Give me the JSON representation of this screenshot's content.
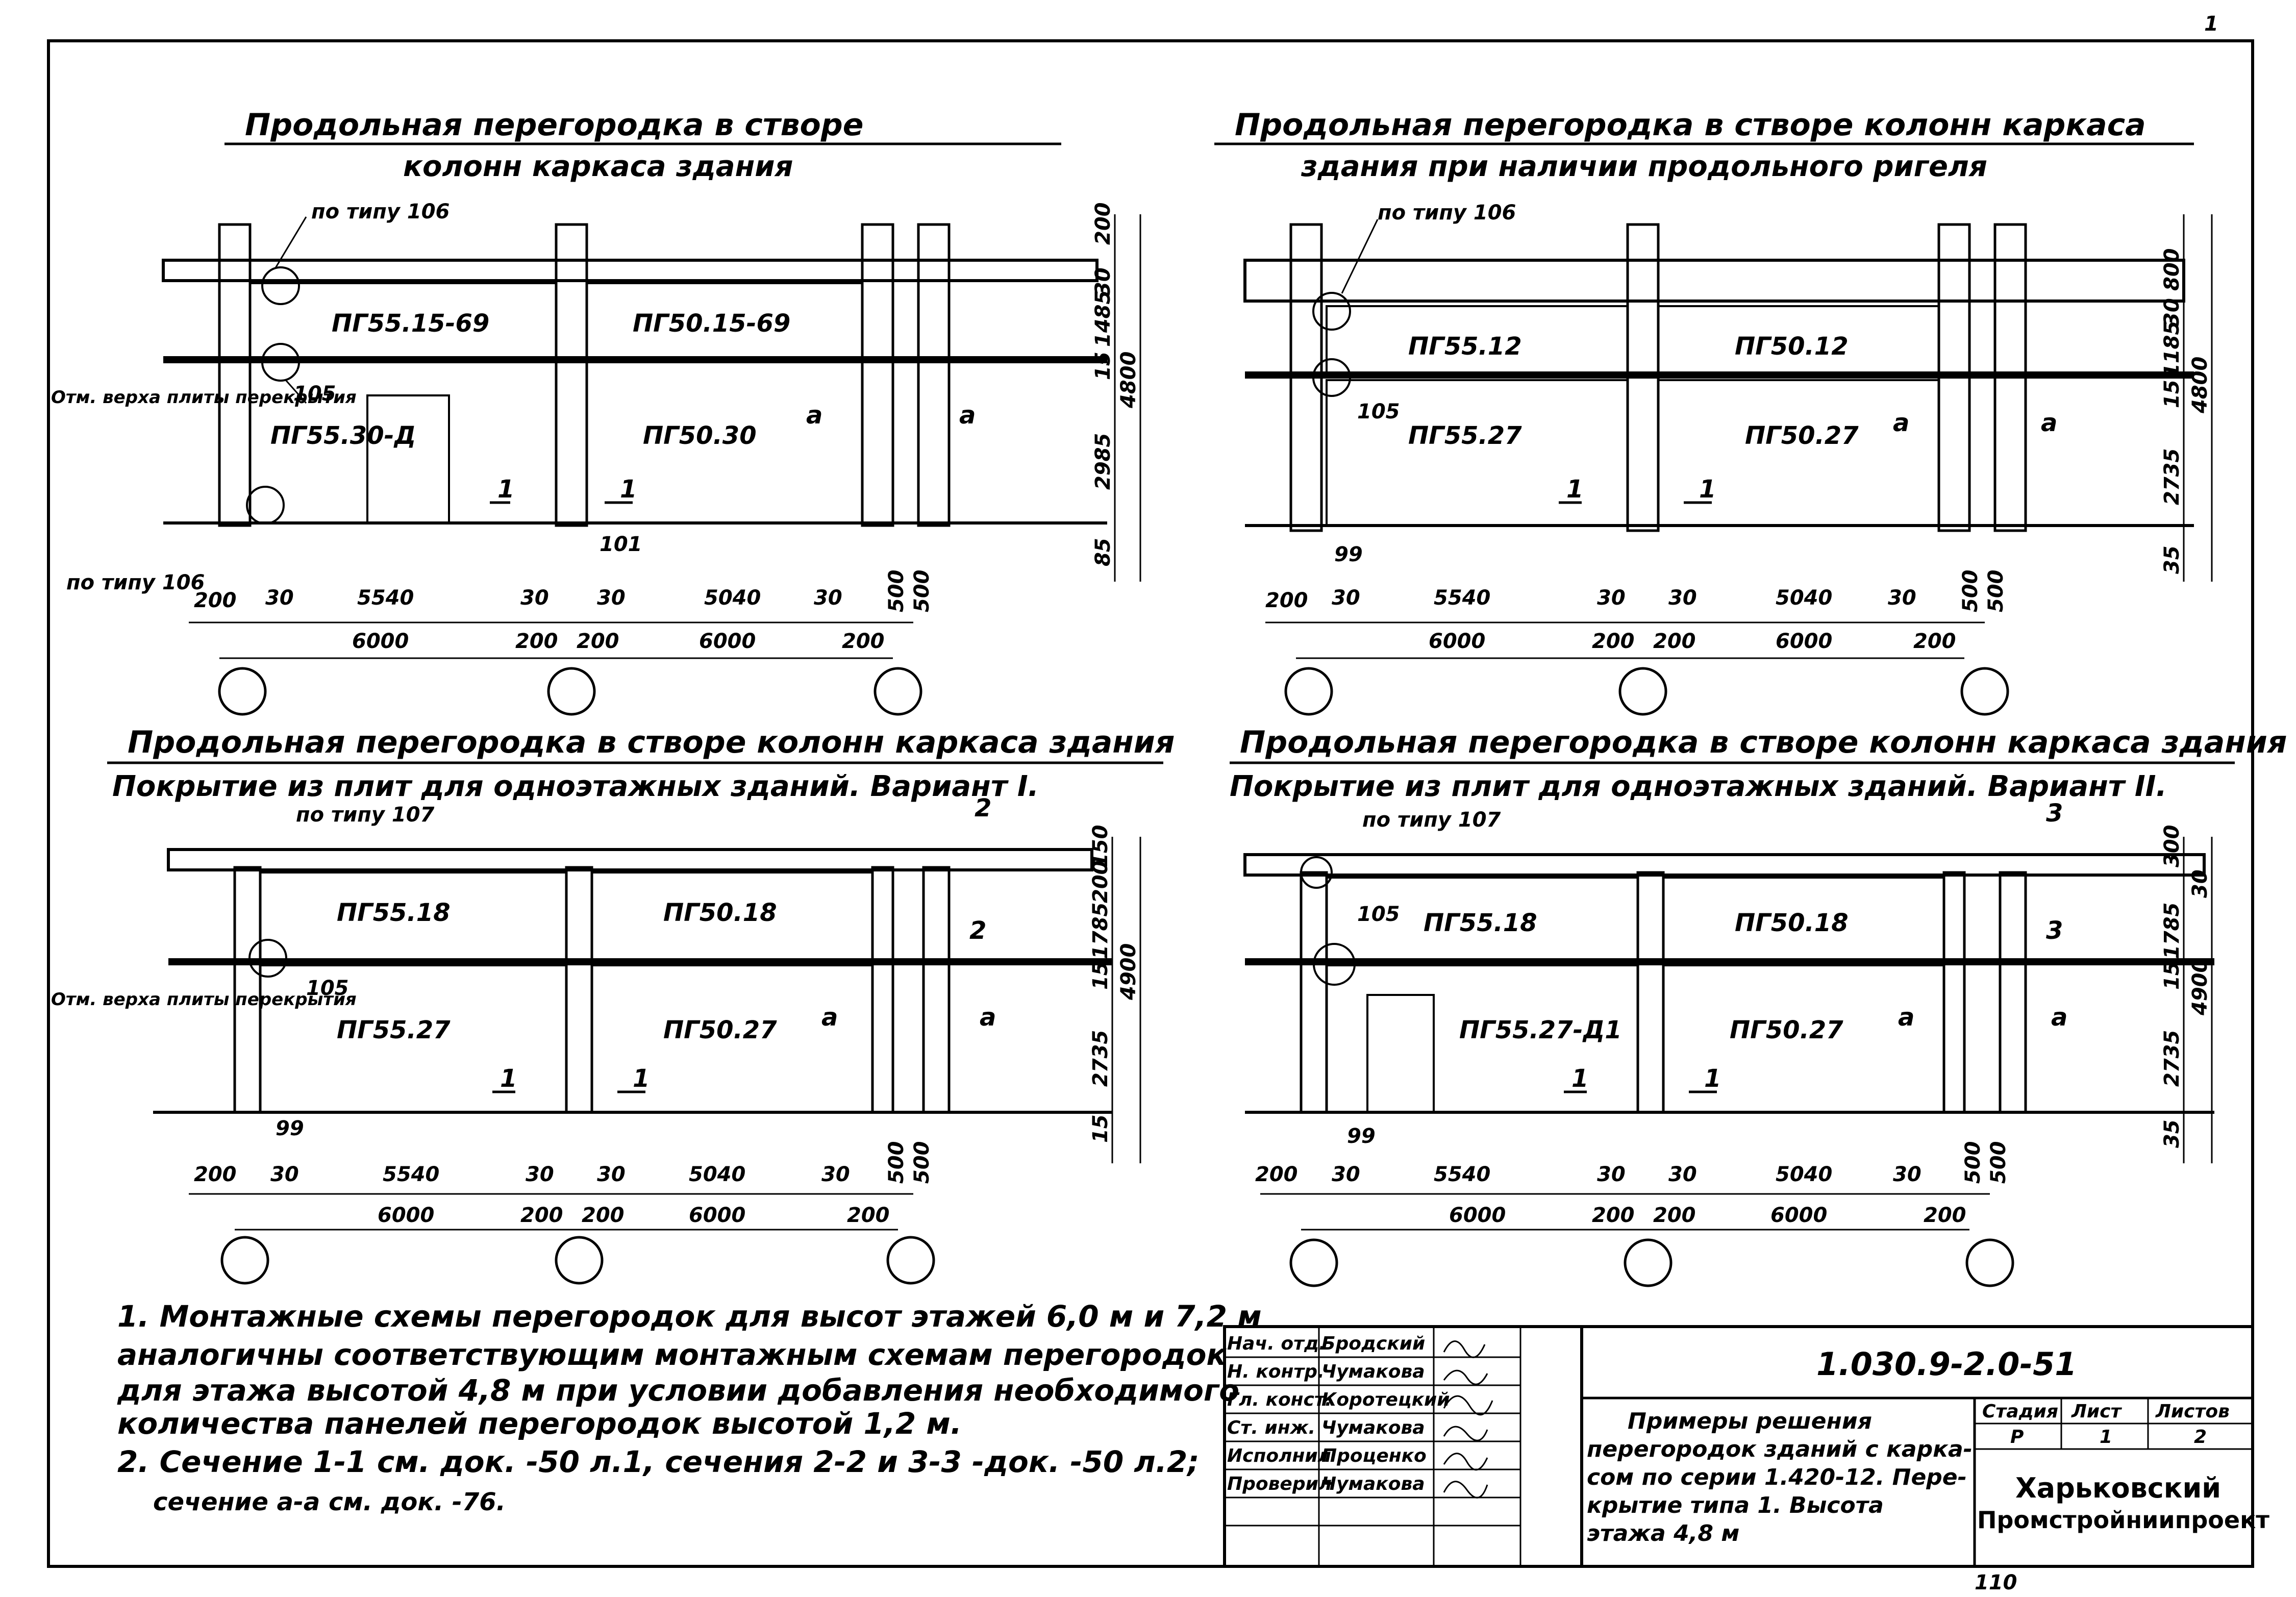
{
  "sheet": {
    "corner_mark": "1",
    "page_number": "110"
  },
  "panels": [
    {
      "title_line1": "Продольная перегородка в створе",
      "title_line2": "колонн каркаса здания",
      "callout_top": "по типу 106",
      "callout_left": "по типу 106",
      "callout_mid": "105",
      "callout_bottom": "101",
      "upper_panel_a": "ПГ55.15-69",
      "upper_panel_b": "ПГ50.15-69",
      "lower_panel_a": "ПГ55.30-Д",
      "lower_panel_b": "ПГ50.30",
      "mark_a1": "а",
      "mark_a2": "а",
      "section_left": "1",
      "section_right": "1",
      "elevation_note": "Отм. верха плиты перекрытия",
      "right_dims": [
        "200",
        "30",
        "1485",
        "15",
        "2985",
        "4800",
        "85"
      ],
      "bottom_dims": [
        "200",
        "30",
        "5540",
        "30",
        "30",
        "5040",
        "30",
        "500",
        "500"
      ],
      "spans": [
        "6000",
        "200",
        "200",
        "6000",
        "200"
      ]
    },
    {
      "title_line1": "Продольная перегородка в створе колонн каркаса",
      "title_line2": "здания при наличии продольного ригеля",
      "callout_top": "по типу 106",
      "callout_mid": "105",
      "callout_bottom": "99",
      "upper_panel_a": "ПГ55.12",
      "upper_panel_b": "ПГ50.12",
      "lower_panel_a": "ПГ55.27",
      "lower_panel_b": "ПГ50.27",
      "mark_a1": "а",
      "mark_a2": "а",
      "section_left": "1",
      "section_right": "1",
      "right_dims": [
        "800",
        "30",
        "1185",
        "15",
        "2735",
        "4800",
        "35"
      ],
      "bottom_dims": [
        "200",
        "30",
        "5540",
        "30",
        "30",
        "5040",
        "30",
        "500",
        "500"
      ],
      "spans": [
        "6000",
        "200",
        "200",
        "6000",
        "200"
      ]
    },
    {
      "title_line1": "Продольная перегородка в створе колонн каркаса здания",
      "title_line2": "Покрытие из плит для одноэтажных зданий. Вариант I.",
      "callout_top": "по типу 107",
      "callout_mid": "105",
      "callout_bottom": "99",
      "section_mark": "2",
      "upper_panel_a": "ПГ55.18",
      "upper_panel_b": "ПГ50.18",
      "lower_panel_a": "ПГ55.27",
      "lower_panel_b": "ПГ50.27",
      "mark_a1": "а",
      "mark_a2": "а",
      "section_left": "1",
      "section_right": "1",
      "elevation_note": "Отм. верха плиты перекрытия",
      "right_dims": [
        "150",
        "200",
        "1785",
        "15",
        "2735",
        "4900",
        "15"
      ],
      "bottom_dims": [
        "200",
        "30",
        "5540",
        "30",
        "30",
        "5040",
        "30",
        "500",
        "500"
      ],
      "spans": [
        "6000",
        "200",
        "200",
        "6000",
        "200"
      ]
    },
    {
      "title_line1": "Продольная перегородка в створе колонн каркаса здания",
      "title_line2": "Покрытие из плит для одноэтажных зданий. Вариант II.",
      "callout_top": "по типу 107",
      "callout_mid": "105",
      "callout_bottom": "99",
      "section_mark": "3",
      "upper_panel_a": "ПГ55.18",
      "upper_panel_b": "ПГ50.18",
      "lower_panel_a": "ПГ55.27-Д1",
      "lower_panel_b": "ПГ50.27",
      "mark_a1": "а",
      "mark_a2": "а",
      "section_left": "1",
      "section_right": "1",
      "right_dims": [
        "300",
        "30",
        "1785",
        "15",
        "2735",
        "4900",
        "35"
      ],
      "bottom_dims": [
        "200",
        "30",
        "5540",
        "30",
        "30",
        "5040",
        "30",
        "500",
        "500"
      ],
      "spans": [
        "6000",
        "200",
        "200",
        "6000",
        "200"
      ]
    }
  ],
  "notes": {
    "n1_l1": "1. Монтажные схемы перегородок для высот этажей 6,0 м и 7,2 м",
    "n1_l2": "аналогичны соответствующим монтажным схемам перегородок",
    "n1_l3": "для этажа высотой 4,8 м при условии добавления необходимого",
    "n1_l4": "количества панелей перегородок высотой 1,2 м.",
    "n2_l1": "2. Сечение 1-1 см. док. -50 л.1, сечения 2-2 и 3-3 -док. -50 л.2;",
    "n2_l2": "сечение а-а см. док. -76."
  },
  "title_block": {
    "roles": [
      "Нач. отд.",
      "Н. контр.",
      "Гл. конст.",
      "Ст. инж.",
      "Исполнил",
      "Проверил"
    ],
    "names": [
      "Бродский",
      "Чумакова",
      "Коротецкий",
      "Чумакова",
      "Проценко",
      "Чумакова"
    ],
    "code": "1.030.9-2.0-51",
    "description": [
      "Примеры решения",
      "перегородок зданий с карка-",
      "сом по серии 1.420-12. Пере-",
      "крытие типа 1. Высота",
      "этажа 4,8 м"
    ],
    "stage_label": "Стадия",
    "sheet_label": "Лист",
    "sheets_label": "Листов",
    "stage": "Р",
    "sheet": "1",
    "sheets": "2",
    "org_line1": "Харьковский",
    "org_line2": "Промстройниипроект"
  }
}
